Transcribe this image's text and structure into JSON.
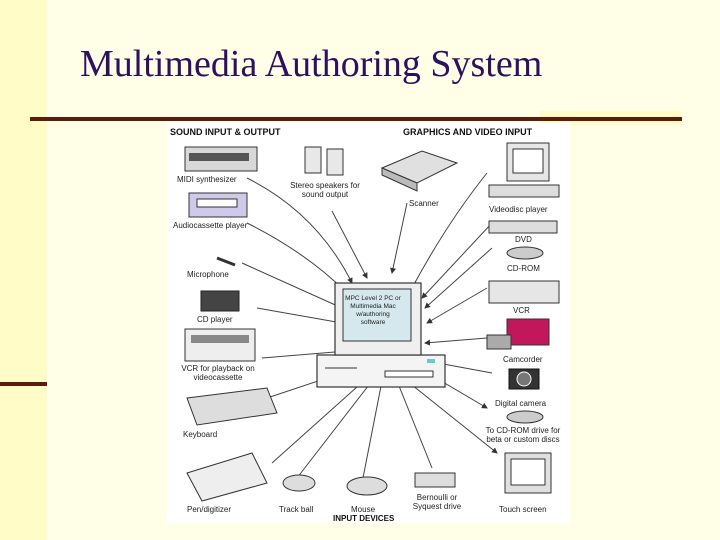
{
  "slide": {
    "title": "Multimedia Authoring System"
  },
  "diagram": {
    "headers": {
      "sound": "SOUND INPUT & OUTPUT",
      "graphics": "GRAPHICS AND VIDEO INPUT",
      "input": "INPUT DEVICES"
    },
    "center_screen": "MPC Level 2 PC or Multimedia Mac w/authoring software",
    "devices": {
      "midi": "MIDI synthesizer",
      "speakers": "Stereo speakers for sound output",
      "scanner": "Scanner",
      "videodisc": "Videodisc player",
      "audiocassette": "Audiocassette player",
      "dvd": "DVD",
      "cdrom": "CD-ROM",
      "microphone": "Microphone",
      "vcr": "VCR",
      "cdplayer": "CD player",
      "camcorder": "Camcorder",
      "vcr_playback": "VCR for playback on videocassette",
      "digital_camera": "Digital camera",
      "keyboard": "Keyboard",
      "cdrom_drive": "To CD-ROM drive for beta or custom discs",
      "pen": "Pen/digitizer",
      "trackball": "Track ball",
      "mouse": "Mouse",
      "bernoulli": "Bernoulli or Syquest drive",
      "touchscreen": "Touch screen"
    }
  }
}
